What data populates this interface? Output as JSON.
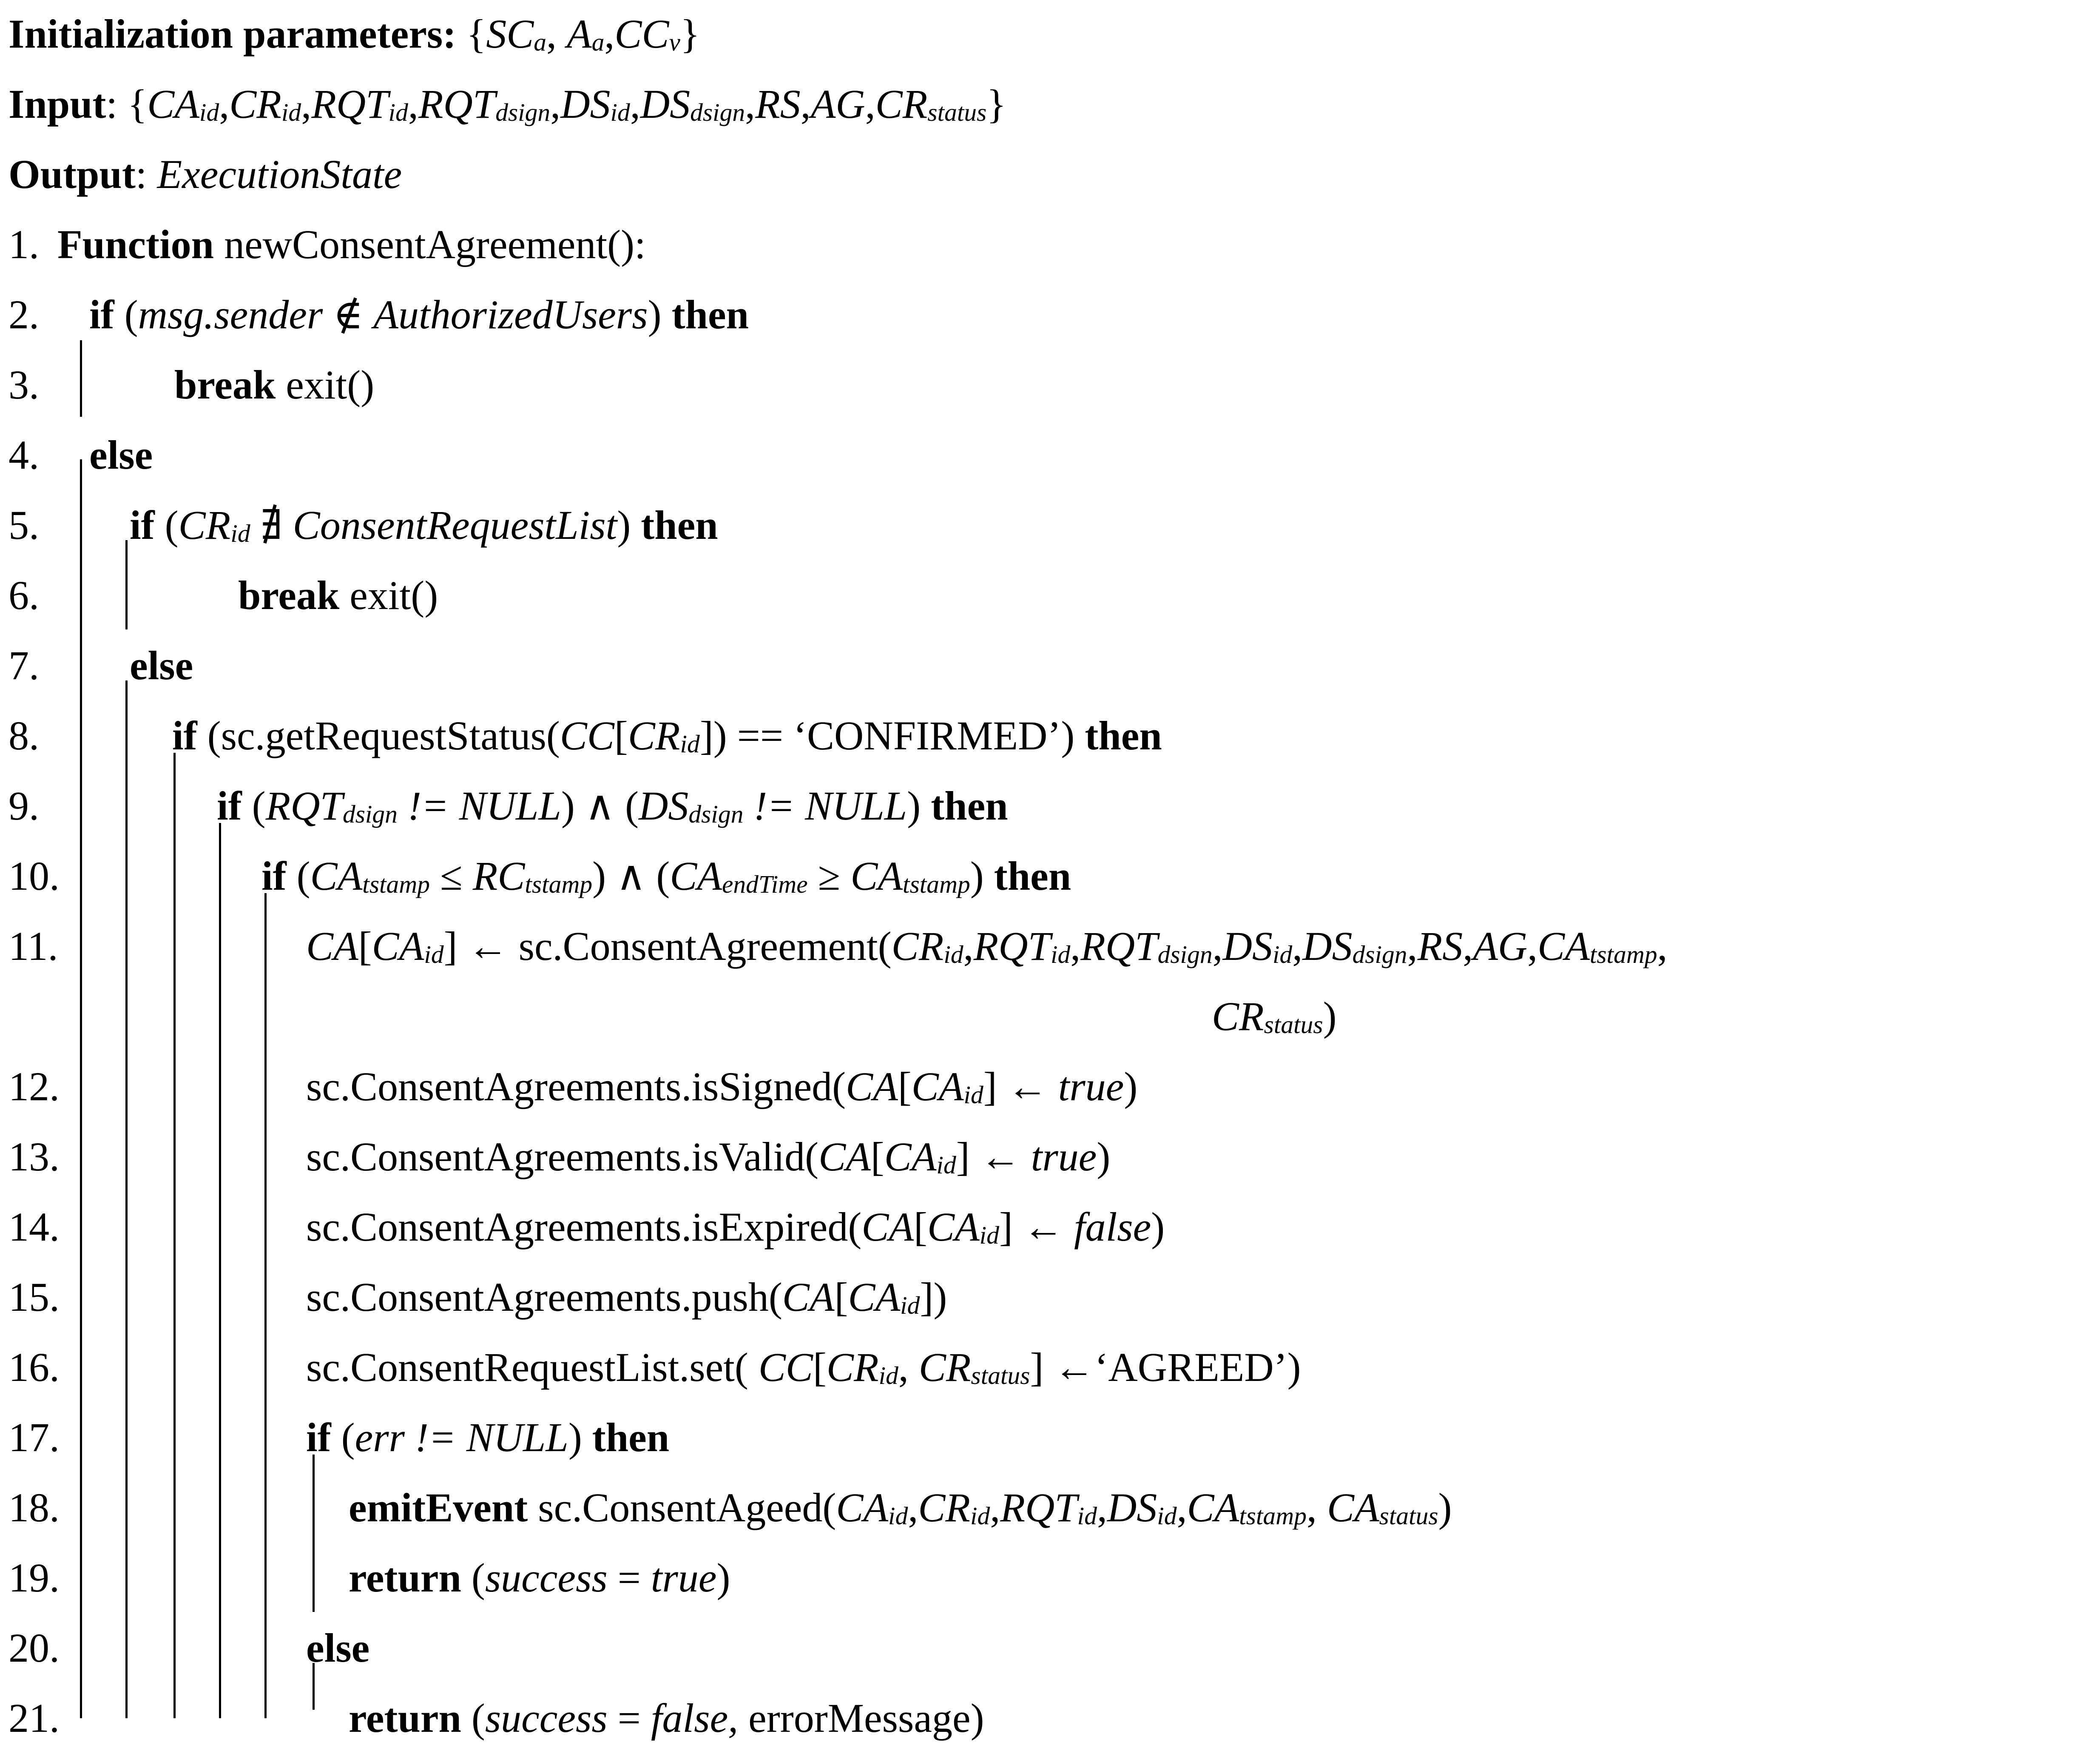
{
  "header": [
    [
      {
        "t": "Initialization parameters:",
        "s": "b"
      },
      {
        "t": " {"
      },
      {
        "t": "SC",
        "s": "i"
      },
      {
        "t": "a",
        "s": "sub"
      },
      {
        "t": ", "
      },
      {
        "t": "A",
        "s": "i"
      },
      {
        "t": "a",
        "s": "sub"
      },
      {
        "t": ","
      },
      {
        "t": "CC",
        "s": "i"
      },
      {
        "t": "v",
        "s": "sub"
      },
      {
        "t": "}"
      }
    ],
    [
      {
        "t": "Input",
        "s": "b"
      },
      {
        "t": ": {"
      },
      {
        "t": "CA",
        "s": "i"
      },
      {
        "t": "id",
        "s": "sub"
      },
      {
        "t": ","
      },
      {
        "t": "CR",
        "s": "i"
      },
      {
        "t": "id",
        "s": "sub"
      },
      {
        "t": ","
      },
      {
        "t": "RQT",
        "s": "i"
      },
      {
        "t": "id",
        "s": "sub"
      },
      {
        "t": ","
      },
      {
        "t": "RQT",
        "s": "i"
      },
      {
        "t": "dsign",
        "s": "sub"
      },
      {
        "t": ","
      },
      {
        "t": "DS",
        "s": "i"
      },
      {
        "t": "id",
        "s": "sub"
      },
      {
        "t": ","
      },
      {
        "t": "DS",
        "s": "i"
      },
      {
        "t": "dsign",
        "s": "sub"
      },
      {
        "t": ","
      },
      {
        "t": "RS",
        "s": "i"
      },
      {
        "t": ","
      },
      {
        "t": "AG",
        "s": "i"
      },
      {
        "t": ","
      },
      {
        "t": "CR",
        "s": "i"
      },
      {
        "t": "status",
        "s": "sub"
      },
      {
        "t": "}"
      }
    ],
    [
      {
        "t": "Output",
        "s": "b"
      },
      {
        "t": ": "
      },
      {
        "t": "ExecutionState",
        "s": "i"
      }
    ]
  ],
  "lines": [
    {
      "num": "1.",
      "segs": [
        {
          "t": "Function",
          "s": "b"
        },
        {
          "t": " newConsentAgreement():"
        }
      ]
    },
    {
      "num": "2.",
      "segs": [
        {
          "t": "if",
          "s": "b"
        },
        {
          "t": " ("
        },
        {
          "t": "msg.sender",
          "s": "i"
        },
        {
          "t": " ∉ "
        },
        {
          "t": "AuthorizedUsers",
          "s": "i"
        },
        {
          "t": ") "
        },
        {
          "t": "then",
          "s": "b"
        }
      ]
    },
    {
      "num": "3.",
      "segs": [
        {
          "t": "break",
          "s": "b"
        },
        {
          "t": " exit()"
        }
      ]
    },
    {
      "num": "4.",
      "segs": [
        {
          "t": "else",
          "s": "b"
        }
      ]
    },
    {
      "num": "5.",
      "segs": [
        {
          "t": "if",
          "s": "b"
        },
        {
          "t": " ("
        },
        {
          "t": "CR",
          "s": "i"
        },
        {
          "t": "id",
          "s": "sub"
        },
        {
          "t": " ∄ "
        },
        {
          "t": "ConsentRequestList",
          "s": "i"
        },
        {
          "t": ") "
        },
        {
          "t": "then",
          "s": "b"
        }
      ]
    },
    {
      "num": "6.",
      "segs": [
        {
          "t": "break",
          "s": "b"
        },
        {
          "t": " exit()"
        }
      ]
    },
    {
      "num": "7.",
      "segs": [
        {
          "t": "else",
          "s": "b"
        }
      ]
    },
    {
      "num": "8.",
      "segs": [
        {
          "t": "if",
          "s": "b"
        },
        {
          "t": " (sc.getRequestStatus("
        },
        {
          "t": "CC",
          "s": "i"
        },
        {
          "t": "["
        },
        {
          "t": "CR",
          "s": "i"
        },
        {
          "t": "id",
          "s": "sub"
        },
        {
          "t": "]) == ‘CONFIRMED’) "
        },
        {
          "t": "then",
          "s": "b"
        }
      ]
    },
    {
      "num": "9.",
      "segs": [
        {
          "t": "if",
          "s": "b"
        },
        {
          "t": " ("
        },
        {
          "t": "RQT",
          "s": "i"
        },
        {
          "t": "dsign",
          "s": "sub"
        },
        {
          "t": " != NULL",
          "s": "i"
        },
        {
          "t": ") ∧ ("
        },
        {
          "t": "DS",
          "s": "i"
        },
        {
          "t": "dsign",
          "s": "sub"
        },
        {
          "t": " != NULL",
          "s": "i"
        },
        {
          "t": ") "
        },
        {
          "t": "then",
          "s": "b"
        }
      ]
    },
    {
      "num": "10.",
      "segs": [
        {
          "t": "if",
          "s": "b"
        },
        {
          "t": " ("
        },
        {
          "t": "CA",
          "s": "i"
        },
        {
          "t": "tstamp",
          "s": "sub"
        },
        {
          "t": " ≤ "
        },
        {
          "t": "RC",
          "s": "i"
        },
        {
          "t": "tstamp",
          "s": "sub"
        },
        {
          "t": ") ∧ ("
        },
        {
          "t": "CA",
          "s": "i"
        },
        {
          "t": "endTime",
          "s": "sub"
        },
        {
          "t": " ≥ "
        },
        {
          "t": "CA",
          "s": "i"
        },
        {
          "t": "tstamp",
          "s": "sub"
        },
        {
          "t": ") "
        },
        {
          "t": "then",
          "s": "b"
        }
      ]
    },
    {
      "num": "11.",
      "segs": [
        {
          "t": "CA",
          "s": "i"
        },
        {
          "t": "["
        },
        {
          "t": "CA",
          "s": "i"
        },
        {
          "t": "id",
          "s": "sub"
        },
        {
          "t": "] ← sc.ConsentAgreement("
        },
        {
          "t": "CR",
          "s": "i"
        },
        {
          "t": "id",
          "s": "sub"
        },
        {
          "t": ","
        },
        {
          "t": "RQT",
          "s": "i"
        },
        {
          "t": "id",
          "s": "sub"
        },
        {
          "t": ","
        },
        {
          "t": "RQT",
          "s": "i"
        },
        {
          "t": "dsign",
          "s": "sub"
        },
        {
          "t": ","
        },
        {
          "t": "DS",
          "s": "i"
        },
        {
          "t": "id",
          "s": "sub"
        },
        {
          "t": ","
        },
        {
          "t": "DS",
          "s": "i"
        },
        {
          "t": "dsign",
          "s": "sub"
        },
        {
          "t": ","
        },
        {
          "t": "RS",
          "s": "i"
        },
        {
          "t": ","
        },
        {
          "t": "AG",
          "s": "i"
        },
        {
          "t": ","
        },
        {
          "t": "CA",
          "s": "i"
        },
        {
          "t": "tstamp",
          "s": "sub"
        },
        {
          "t": ","
        }
      ]
    },
    {
      "num": "",
      "segs": [
        {
          "t": "CR",
          "s": "i"
        },
        {
          "t": "status",
          "s": "sub"
        },
        {
          "t": ")"
        }
      ]
    },
    {
      "num": "12.",
      "segs": [
        {
          "t": "sc.ConsentAgreements.isSigned("
        },
        {
          "t": "CA",
          "s": "i"
        },
        {
          "t": "["
        },
        {
          "t": "CA",
          "s": "i"
        },
        {
          "t": "id",
          "s": "sub"
        },
        {
          "t": "] ← "
        },
        {
          "t": "true",
          "s": "i"
        },
        {
          "t": ")"
        }
      ]
    },
    {
      "num": "13.",
      "segs": [
        {
          "t": "sc.ConsentAgreements.isValid("
        },
        {
          "t": "CA",
          "s": "i"
        },
        {
          "t": "["
        },
        {
          "t": "CA",
          "s": "i"
        },
        {
          "t": "id",
          "s": "sub"
        },
        {
          "t": "] ← "
        },
        {
          "t": "true",
          "s": "i"
        },
        {
          "t": ")"
        }
      ]
    },
    {
      "num": "14.",
      "segs": [
        {
          "t": "sc.ConsentAgreements.isExpired("
        },
        {
          "t": "CA",
          "s": "i"
        },
        {
          "t": "["
        },
        {
          "t": "CA",
          "s": "i"
        },
        {
          "t": "id",
          "s": "sub"
        },
        {
          "t": "] ← "
        },
        {
          "t": "false",
          "s": "i"
        },
        {
          "t": ")"
        }
      ]
    },
    {
      "num": "15.",
      "segs": [
        {
          "t": "sc.ConsentAgreements.push("
        },
        {
          "t": "CA",
          "s": "i"
        },
        {
          "t": "["
        },
        {
          "t": "CA",
          "s": "i"
        },
        {
          "t": "id",
          "s": "sub"
        },
        {
          "t": "])"
        }
      ]
    },
    {
      "num": "16.",
      "segs": [
        {
          "t": "sc.ConsentRequestList.set( "
        },
        {
          "t": "CC",
          "s": "i"
        },
        {
          "t": "["
        },
        {
          "t": "CR",
          "s": "i"
        },
        {
          "t": "id",
          "s": "sub"
        },
        {
          "t": ", "
        },
        {
          "t": "CR",
          "s": "i"
        },
        {
          "t": "status",
          "s": "sub"
        },
        {
          "t": "] ←‘AGREED’)"
        }
      ]
    },
    {
      "num": "17.",
      "segs": [
        {
          "t": "if",
          "s": "b"
        },
        {
          "t": " ("
        },
        {
          "t": "err != NULL",
          "s": "i"
        },
        {
          "t": ") "
        },
        {
          "t": "then",
          "s": "b"
        }
      ]
    },
    {
      "num": "18.",
      "segs": [
        {
          "t": "emitEvent",
          "s": "b"
        },
        {
          "t": " sc.ConsentAgeed("
        },
        {
          "t": "CA",
          "s": "i"
        },
        {
          "t": "id",
          "s": "sub"
        },
        {
          "t": ","
        },
        {
          "t": "CR",
          "s": "i"
        },
        {
          "t": "id",
          "s": "sub"
        },
        {
          "t": ","
        },
        {
          "t": "RQT",
          "s": "i"
        },
        {
          "t": "id",
          "s": "sub"
        },
        {
          "t": ","
        },
        {
          "t": "DS",
          "s": "i"
        },
        {
          "t": "id",
          "s": "sub"
        },
        {
          "t": ","
        },
        {
          "t": "CA",
          "s": "i"
        },
        {
          "t": "tstamp",
          "s": "sub"
        },
        {
          "t": ", "
        },
        {
          "t": "CA",
          "s": "i"
        },
        {
          "t": "status",
          "s": "sub"
        },
        {
          "t": ")"
        }
      ]
    },
    {
      "num": "19.",
      "segs": [
        {
          "t": "return",
          "s": "b"
        },
        {
          "t": " ("
        },
        {
          "t": "success",
          "s": "i"
        },
        {
          "t": " = "
        },
        {
          "t": "true",
          "s": "i"
        },
        {
          "t": ")"
        }
      ]
    },
    {
      "num": "20.",
      "segs": [
        {
          "t": "else",
          "s": "b"
        }
      ]
    },
    {
      "num": "21.",
      "segs": [
        {
          "t": "return",
          "s": "b"
        },
        {
          "t": " ("
        },
        {
          "t": "success",
          "s": "i"
        },
        {
          "t": " = "
        },
        {
          "t": "false,",
          "s": "i"
        },
        {
          "t": " errorMessage)"
        }
      ]
    }
  ]
}
